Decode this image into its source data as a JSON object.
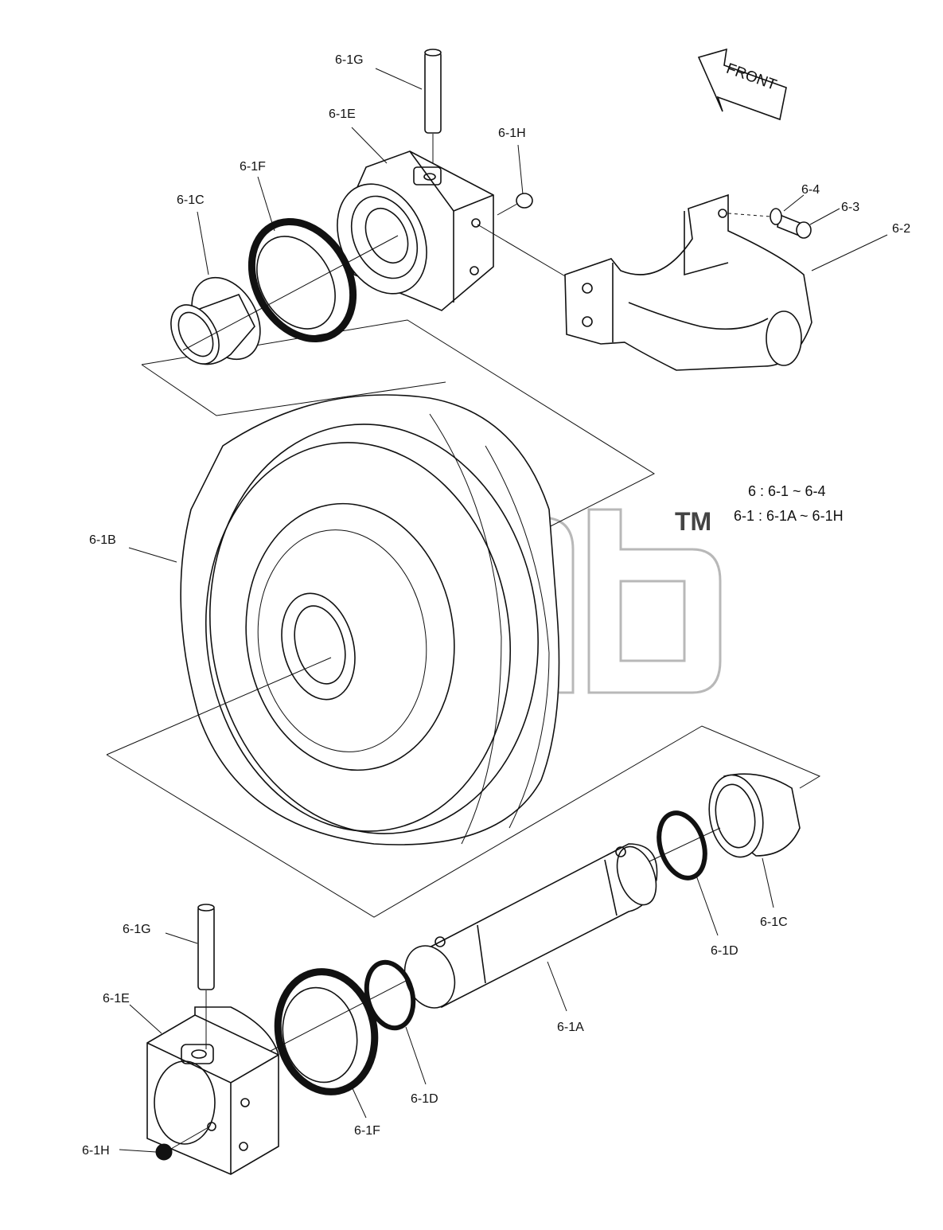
{
  "direction_arrow": {
    "label": "FRONT"
  },
  "legend": [
    "6 : 6-1 ~ 6-4",
    "6-1 : 6-1A ~ 6-1H"
  ],
  "watermark": {
    "text": "amb",
    "tm": "TM"
  },
  "callouts": {
    "g_top": "6-1G",
    "e_top": "6-1E",
    "h_top": "6-1H",
    "f_top": "6-1F",
    "c_top": "6-1C",
    "p4": "6-4",
    "p3": "6-3",
    "p2": "6-2",
    "b": "6-1B",
    "c_right": "6-1C",
    "d_right": "6-1D",
    "a": "6-1A",
    "g_bottom": "6-1G",
    "e_bottom": "6-1E",
    "d_bottom": "6-1D",
    "f_bottom": "6-1F",
    "h_bottom": "6-1H"
  }
}
